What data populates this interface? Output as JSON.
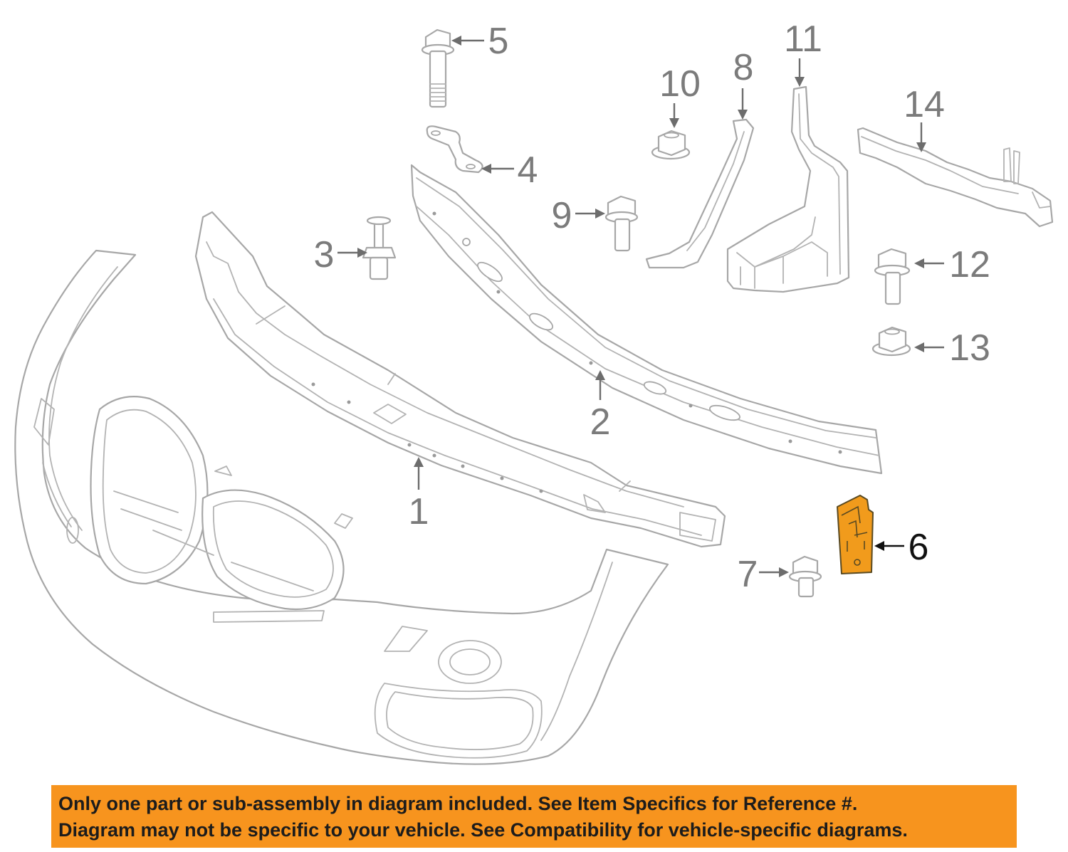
{
  "colors": {
    "highlight_part": "#f19b1c",
    "notice_background": "#f7941e",
    "part_outline": "#a7a7a7",
    "callout_text": "#7b7b7b"
  },
  "callouts": [
    {
      "number": "1",
      "part": "energy absorber"
    },
    {
      "number": "2",
      "part": "reinforcement bar"
    },
    {
      "number": "3",
      "part": "push pin"
    },
    {
      "number": "4",
      "part": "bracket strap"
    },
    {
      "number": "5",
      "part": "long bolt"
    },
    {
      "number": "6",
      "part": "bracket (highlighted)"
    },
    {
      "number": "7",
      "part": "bolt"
    },
    {
      "number": "8",
      "part": "side support"
    },
    {
      "number": "9",
      "part": "bolt"
    },
    {
      "number": "10",
      "part": "nut"
    },
    {
      "number": "11",
      "part": "mounting bracket"
    },
    {
      "number": "12",
      "part": "bolt"
    },
    {
      "number": "13",
      "part": "nut"
    },
    {
      "number": "14",
      "part": "side guide"
    }
  ],
  "highlighted_callout": "6",
  "notice": {
    "line1": "Only one part or sub-assembly in diagram included. See Item Specifics for Reference #.",
    "line2": "Diagram may not be specific to your vehicle. See Compatibility for vehicle-specific diagrams."
  }
}
